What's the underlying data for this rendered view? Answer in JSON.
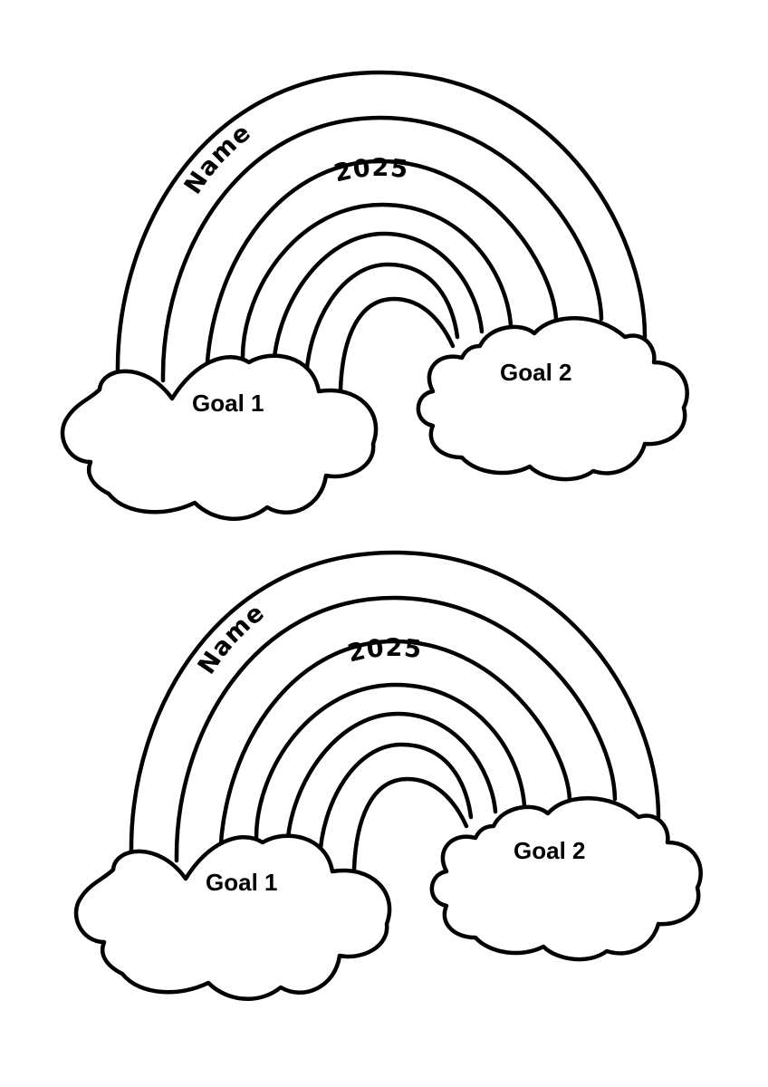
{
  "worksheets": [
    {
      "name_label": "Name",
      "year_label": "2025",
      "goal1_label": "Goal 1",
      "goal2_label": "Goal 2"
    },
    {
      "name_label": "Name",
      "year_label": "2025",
      "goal1_label": "Goal 1",
      "goal2_label": "Goal 2"
    }
  ],
  "colors": {
    "outline": "#000000",
    "background": "#ffffff"
  }
}
